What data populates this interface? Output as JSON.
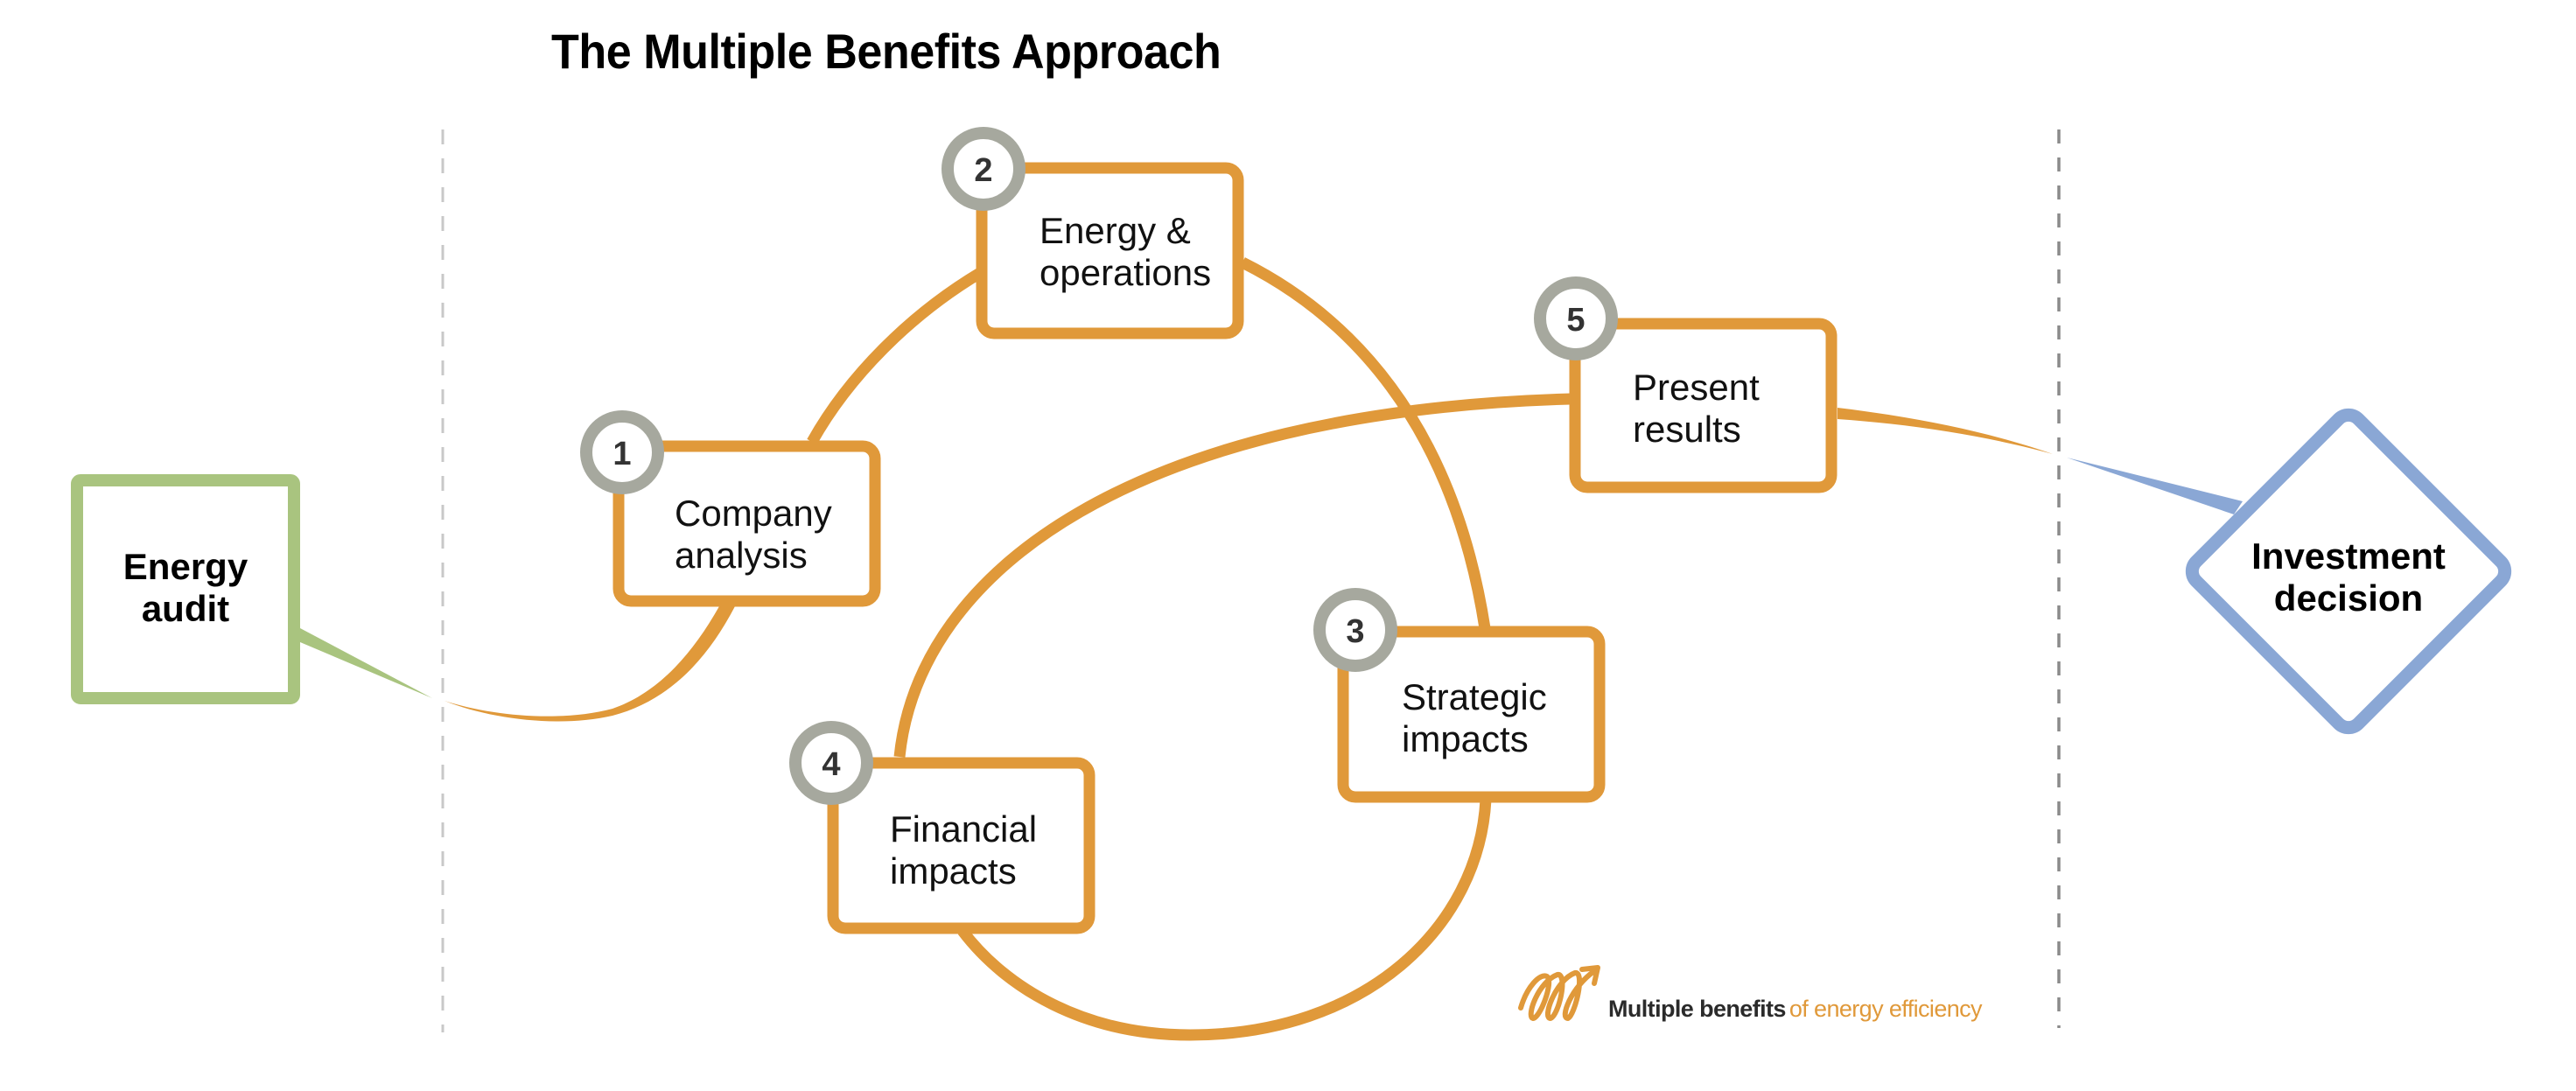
{
  "title": "The Multiple Benefits Approach",
  "colors": {
    "orange": "#E0993A",
    "green": "#A9C47F",
    "blue": "#8AA7D5",
    "badge_gray": "#A6A89E",
    "divider_left": "#c8c8c8",
    "divider_right": "#8a8a8a"
  },
  "start_node": {
    "label": "Energy\naudit",
    "shape": "square"
  },
  "end_node": {
    "label": "Investment\ndecision",
    "shape": "diamond"
  },
  "steps": [
    {
      "number": "1",
      "label": "Company\nanalysis"
    },
    {
      "number": "2",
      "label": "Energy &\noperations"
    },
    {
      "number": "3",
      "label": "Strategic\nimpacts"
    },
    {
      "number": "4",
      "label": "Financial\nimpacts"
    },
    {
      "number": "5",
      "label": "Present\nresults"
    }
  ],
  "logo": {
    "icon": "spiral-arrow-icon",
    "text_primary": "Multiple benefits",
    "text_secondary": "of energy efficiency"
  }
}
